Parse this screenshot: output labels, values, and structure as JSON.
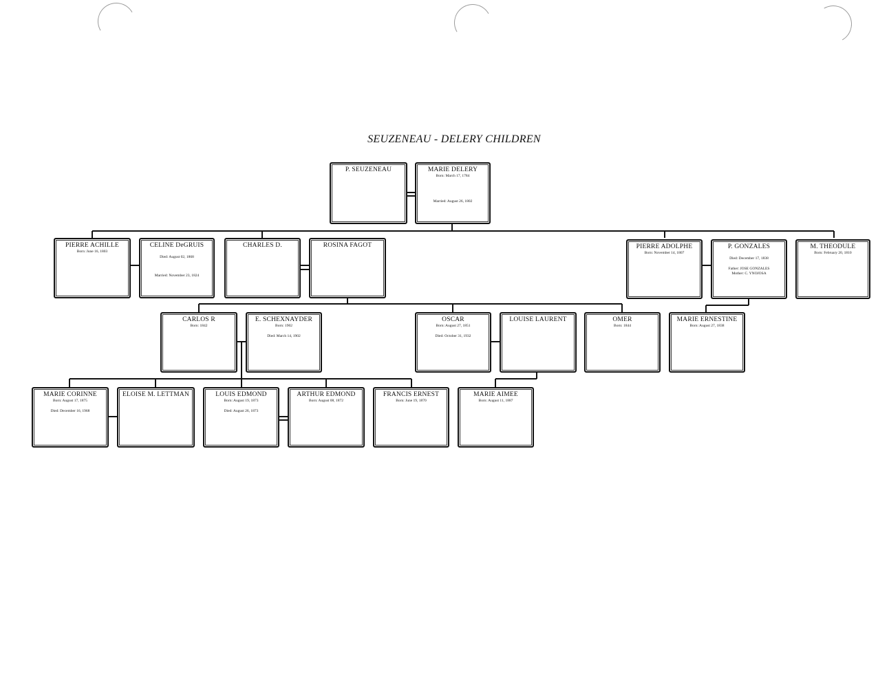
{
  "title": "SEUZENEAU - DELERY CHILDREN",
  "people": {
    "p_seuzeneau": {
      "name": "P. SEUZENEAU"
    },
    "marie_delery": {
      "name": "MARIE DELERY",
      "born": "Born: March 17, 1784",
      "married": "Married: August 26, 1802"
    },
    "pierre_achille": {
      "name": "PIERRE ACHILLE",
      "born": "Born: June 16, 1803"
    },
    "celine_degruis": {
      "name": "CELINE DeGRUIS",
      "died": "Died: August 02, 1868",
      "married": "Married: November 23, 1824"
    },
    "charles_d": {
      "name": "CHARLES D."
    },
    "rosina_fagot": {
      "name": "ROSINA FAGOT"
    },
    "pierre_adolphe": {
      "name": "PIERRE ADOLPHE",
      "born": "Born: November 14, 1807"
    },
    "p_gonzales": {
      "name": "P. GONZALES",
      "died": "Died: December 17, 1838",
      "father": "Father: JOSE GONZALES",
      "mother": "Mother: C. YNOJOSA"
    },
    "m_theodule": {
      "name": "M. THEODULE",
      "born": "Born: February 20, 1810"
    },
    "carlos_r": {
      "name": "CARLOS R",
      "born": "Born: 1842"
    },
    "e_schexnayder": {
      "name": "E. SCHEXNAYDER",
      "born": "Born: 1902",
      "died": "Died: March 14, 1902"
    },
    "oscar": {
      "name": "OSCAR",
      "born": "Born: August 27, 1851",
      "died": "Died: October 31, 1932"
    },
    "louise_laurent": {
      "name": "LOUISE LAURENT"
    },
    "omer": {
      "name": "OMER",
      "born": "Born: 1844"
    },
    "marie_ernestine": {
      "name": "MARIE ERNESTINE",
      "born": "Born: August 27, 1838"
    },
    "marie_corinne": {
      "name": "MARIE CORINNE",
      "born": "Born: August 17, 1875",
      "died": "Died: December 16, 1968"
    },
    "eloise_lettman": {
      "name": "ELOISE M. LETTMAN"
    },
    "louis_edmond": {
      "name": "LOUIS EDMOND",
      "born": "Born: August 19, 1873",
      "died": "Died: August 26, 1873"
    },
    "arthur_edmond": {
      "name": "ARTHUR EDMOND",
      "born": "Born: August 08, 1872"
    },
    "francis_ernest": {
      "name": "FRANCIS ERNEST",
      "born": "Born: June 19, 1870"
    },
    "marie_aimee": {
      "name": "MARIE AIMEE",
      "born": "Born: August 11, 1887"
    }
  }
}
